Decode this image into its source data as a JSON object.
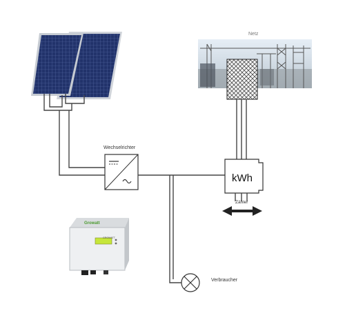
{
  "labels": {
    "grid": "Netz",
    "inverter": "Wechselrichter",
    "meter_unit": "kWh",
    "meter": "Zähler",
    "consumer": "Verbraucher",
    "device_brand": "Growatt",
    "device_model": "GROWATT"
  },
  "icons": [
    "solar-panel-icon",
    "inverter-symbol-icon",
    "grid-substation-icon",
    "energy-meter-icon",
    "bidirectional-arrow-icon",
    "lamp-symbol-icon",
    "inverter-device-icon"
  ],
  "colors": {
    "wire": "#444444",
    "panel_cell": "#23336a",
    "panel_frame": "#c8ccd2",
    "device_body": "#eef0f2",
    "device_display": "#c6e63a",
    "substation_sky": "#d7e3ee"
  }
}
